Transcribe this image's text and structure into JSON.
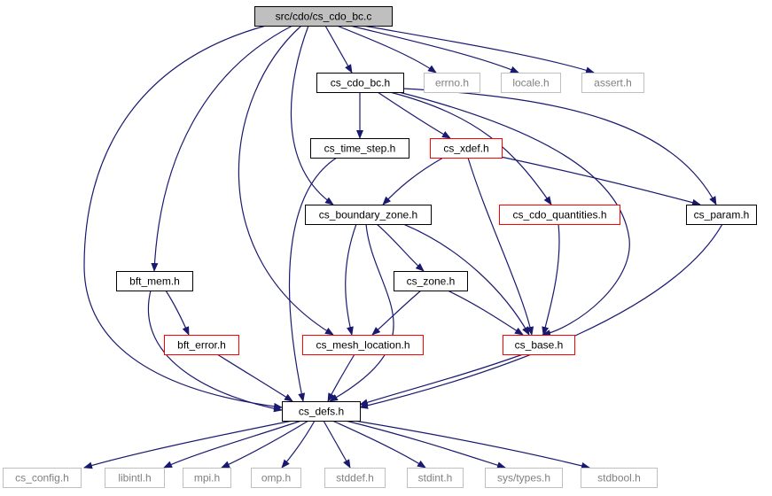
{
  "colors": {
    "edge": "#191970",
    "root_fill": "#bfbfbf",
    "normal_border": "#000000",
    "highlight_border": "#ff0000",
    "external_border": "#bfbfbf",
    "external_text": "#808080",
    "text": "#000000"
  },
  "nodes": [
    {
      "id": "cs_cdo_bc_c",
      "label": "src/cdo/cs_cdo_bc.c",
      "style": "root"
    },
    {
      "id": "cs_cdo_bc_h",
      "label": "cs_cdo_bc.h",
      "style": "normal"
    },
    {
      "id": "errno_h",
      "label": "errno.h",
      "style": "external"
    },
    {
      "id": "locale_h",
      "label": "locale.h",
      "style": "external"
    },
    {
      "id": "assert_h",
      "label": "assert.h",
      "style": "external"
    },
    {
      "id": "cs_time_step_h",
      "label": "cs_time_step.h",
      "style": "normal"
    },
    {
      "id": "cs_xdef_h",
      "label": "cs_xdef.h",
      "style": "highlight"
    },
    {
      "id": "cs_boundary_zone_h",
      "label": "cs_boundary_zone.h",
      "style": "normal"
    },
    {
      "id": "cs_cdo_quantities_h",
      "label": "cs_cdo_quantities.h",
      "style": "highlight"
    },
    {
      "id": "cs_param_h",
      "label": "cs_param.h",
      "style": "normal"
    },
    {
      "id": "bft_mem_h",
      "label": "bft_mem.h",
      "style": "normal"
    },
    {
      "id": "cs_zone_h",
      "label": "cs_zone.h",
      "style": "normal"
    },
    {
      "id": "bft_error_h",
      "label": "bft_error.h",
      "style": "highlight"
    },
    {
      "id": "cs_mesh_location_h",
      "label": "cs_mesh_location.h",
      "style": "highlight"
    },
    {
      "id": "cs_base_h",
      "label": "cs_base.h",
      "style": "highlight"
    },
    {
      "id": "cs_defs_h",
      "label": "cs_defs.h",
      "style": "normal"
    },
    {
      "id": "cs_config_h",
      "label": "cs_config.h",
      "style": "external"
    },
    {
      "id": "libintl_h",
      "label": "libintl.h",
      "style": "external"
    },
    {
      "id": "mpi_h",
      "label": "mpi.h",
      "style": "external"
    },
    {
      "id": "omp_h",
      "label": "omp.h",
      "style": "external"
    },
    {
      "id": "stddef_h",
      "label": "stddef.h",
      "style": "external"
    },
    {
      "id": "stdint_h",
      "label": "stdint.h",
      "style": "external"
    },
    {
      "id": "sys_types_h",
      "label": "sys/types.h",
      "style": "external"
    },
    {
      "id": "stdbool_h",
      "label": "stdbool.h",
      "style": "external"
    }
  ],
  "edges": [
    [
      "cs_cdo_bc_c",
      "cs_cdo_bc_h"
    ],
    [
      "cs_cdo_bc_c",
      "errno_h"
    ],
    [
      "cs_cdo_bc_c",
      "locale_h"
    ],
    [
      "cs_cdo_bc_c",
      "assert_h"
    ],
    [
      "cs_cdo_bc_c",
      "cs_boundary_zone_h"
    ],
    [
      "cs_cdo_bc_c",
      "bft_mem_h"
    ],
    [
      "cs_cdo_bc_c",
      "cs_mesh_location_h"
    ],
    [
      "cs_cdo_bc_c",
      "cs_defs_h"
    ],
    [
      "cs_cdo_bc_h",
      "cs_time_step_h"
    ],
    [
      "cs_cdo_bc_h",
      "cs_xdef_h"
    ],
    [
      "cs_cdo_bc_h",
      "cs_cdo_quantities_h"
    ],
    [
      "cs_cdo_bc_h",
      "cs_param_h"
    ],
    [
      "cs_cdo_bc_h",
      "cs_base_h"
    ],
    [
      "cs_time_step_h",
      "cs_defs_h"
    ],
    [
      "cs_xdef_h",
      "cs_boundary_zone_h"
    ],
    [
      "cs_xdef_h",
      "cs_param_h"
    ],
    [
      "cs_xdef_h",
      "cs_base_h"
    ],
    [
      "cs_cdo_quantities_h",
      "cs_base_h"
    ],
    [
      "cs_param_h",
      "cs_defs_h"
    ],
    [
      "cs_boundary_zone_h",
      "cs_zone_h"
    ],
    [
      "cs_boundary_zone_h",
      "cs_mesh_location_h"
    ],
    [
      "cs_boundary_zone_h",
      "cs_base_h"
    ],
    [
      "cs_boundary_zone_h",
      "cs_defs_h"
    ],
    [
      "cs_zone_h",
      "cs_mesh_location_h"
    ],
    [
      "cs_zone_h",
      "cs_base_h"
    ],
    [
      "bft_mem_h",
      "bft_error_h"
    ],
    [
      "bft_mem_h",
      "cs_defs_h"
    ],
    [
      "bft_error_h",
      "cs_defs_h"
    ],
    [
      "cs_mesh_location_h",
      "cs_defs_h"
    ],
    [
      "cs_base_h",
      "cs_defs_h"
    ],
    [
      "cs_defs_h",
      "cs_config_h"
    ],
    [
      "cs_defs_h",
      "libintl_h"
    ],
    [
      "cs_defs_h",
      "mpi_h"
    ],
    [
      "cs_defs_h",
      "omp_h"
    ],
    [
      "cs_defs_h",
      "stddef_h"
    ],
    [
      "cs_defs_h",
      "stdint_h"
    ],
    [
      "cs_defs_h",
      "sys_types_h"
    ],
    [
      "cs_defs_h",
      "stdbool_h"
    ]
  ]
}
